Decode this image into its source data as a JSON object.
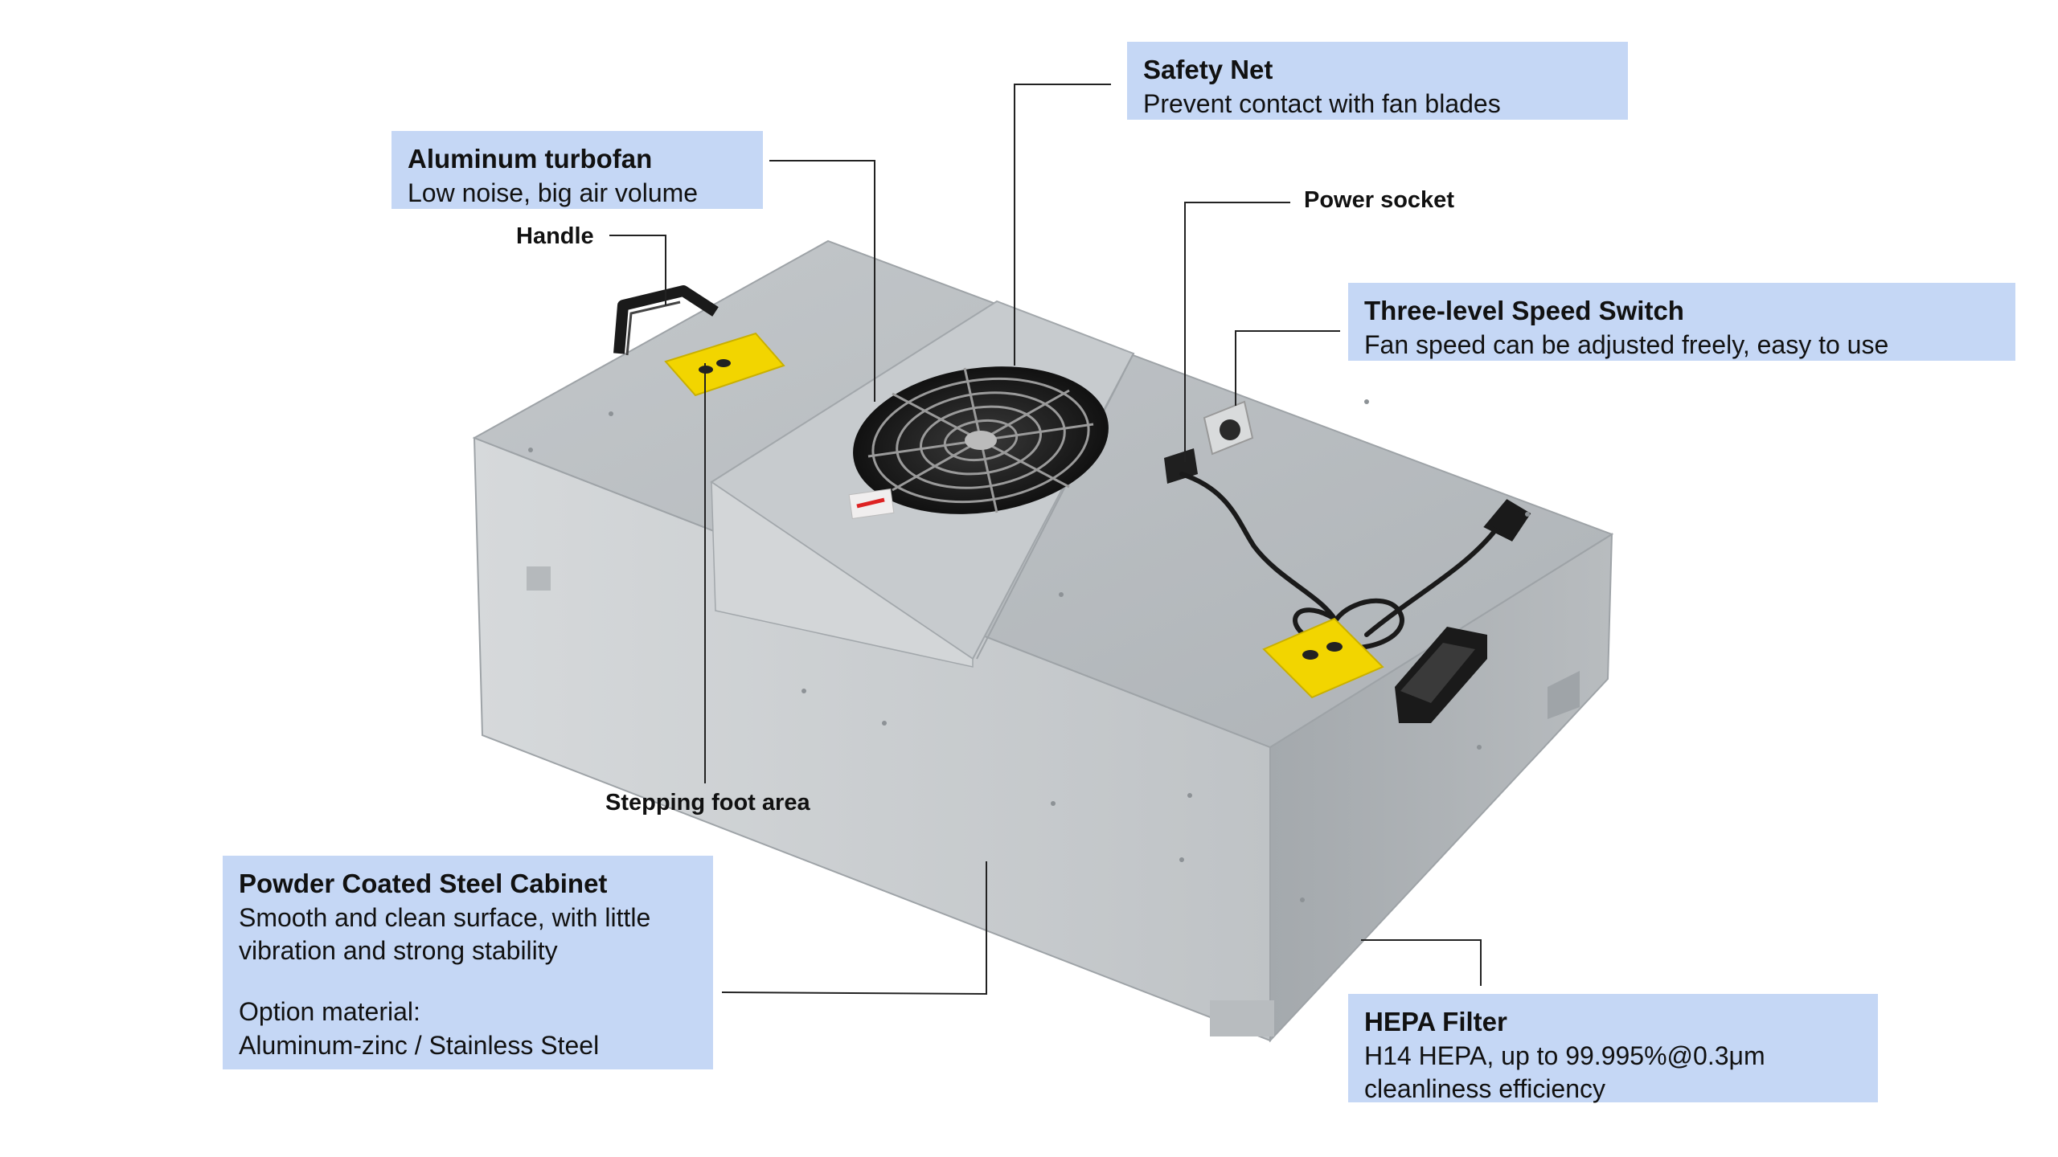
{
  "callouts": {
    "turbofan": {
      "title": "Aluminum turbofan",
      "desc": "Low noise, big air volume"
    },
    "safety_net": {
      "title": "Safety Net",
      "desc": "Prevent contact with fan blades"
    },
    "speed_switch": {
      "title": "Three-level Speed Switch",
      "desc": "Fan speed can be adjusted freely, easy to use"
    },
    "cabinet": {
      "title": "Powder Coated Steel Cabinet",
      "desc_line1": "Smooth and clean surface, with little",
      "desc_line2": "vibration and strong stability",
      "option_label": "Option material:",
      "option_value": "Aluminum-zinc / Stainless Steel"
    },
    "hepa": {
      "title": "HEPA Filter",
      "desc_line1": "H14 HEPA, up to 99.995%@0.3μm",
      "desc_line2": "cleanliness efficiency"
    }
  },
  "labels": {
    "handle": "Handle",
    "power_socket": "Power socket",
    "stepping_foot_area": "Stepping foot area"
  },
  "colors": {
    "callout_bg": "#c5d7f5",
    "unit_top": "#b4b9bd",
    "unit_front": "#c9cdd0",
    "unit_side": "#a9aeb2",
    "warning_yellow": "#f2d500",
    "fan_black": "#1c1c1c"
  },
  "icons": [
    "fan-grille-icon",
    "handle-icon",
    "warning-footprint-icon",
    "power-cord-icon",
    "speed-knob-icon"
  ]
}
